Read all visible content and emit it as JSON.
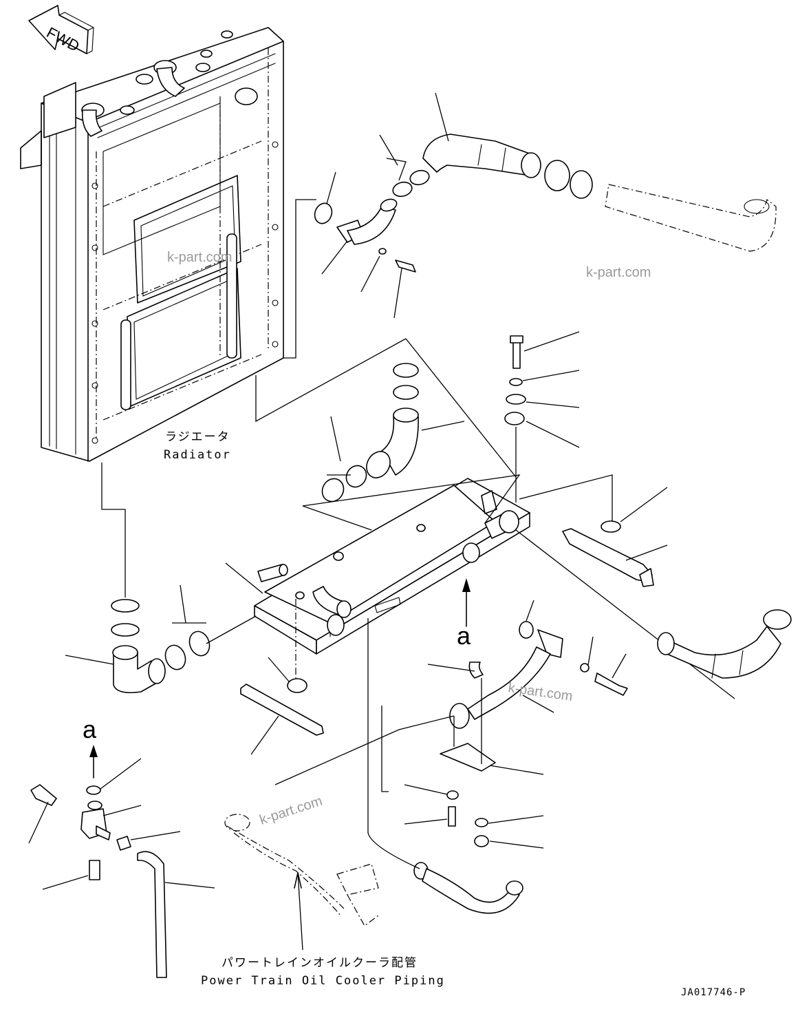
{
  "labels": {
    "fwd": "FWD",
    "radiator_jp": "ラジエータ",
    "radiator_en": "Radiator",
    "piping_jp": "パワートレインオイルクーラ配管",
    "piping_en": "Power Train Oil Cooler Piping",
    "view_a_top": "a",
    "view_a_bottom": "a",
    "drawing_number": "JA017746-P"
  },
  "watermarks": [
    "k-part.com",
    "k-part.com",
    "k-part.com",
    "k-part.com"
  ],
  "icons": {
    "fwd_arrow": "fwd-arrow-icon",
    "view_arrow": "arrow-up-icon"
  }
}
